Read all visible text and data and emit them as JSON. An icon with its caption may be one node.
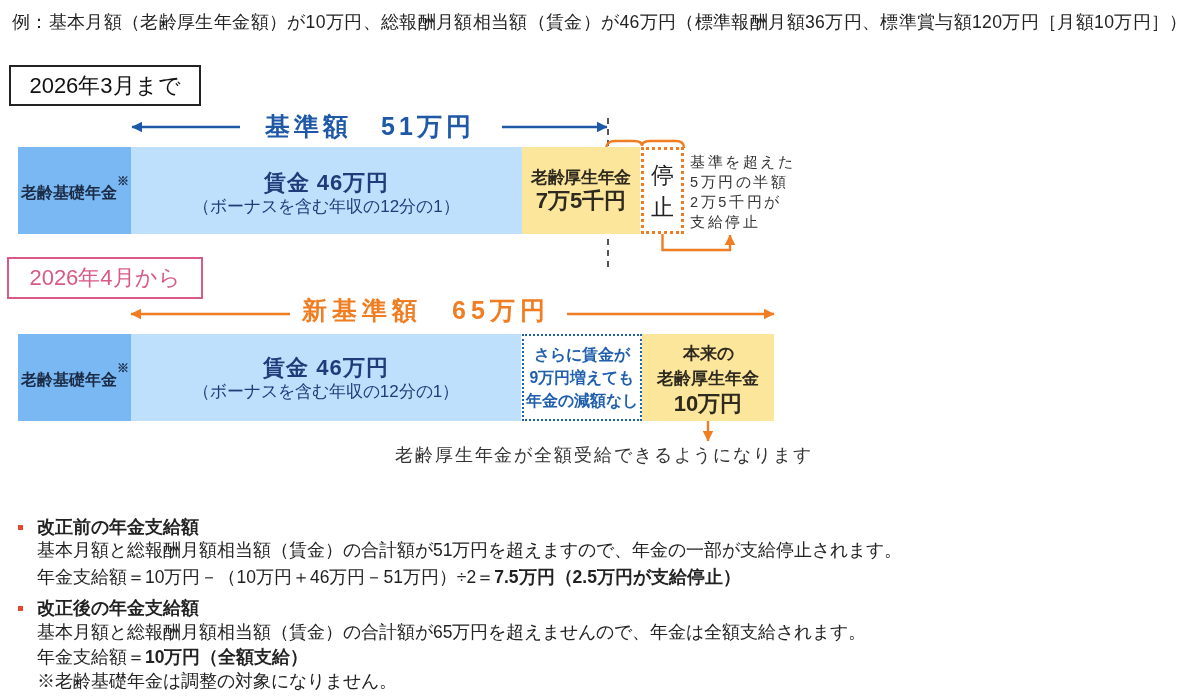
{
  "diagram": {
    "nodes": [
      {
        "text": [
          "2026年3月まで"
        ]
      },
      {
        "text": [
          "老齢基礎年金$^{※}$"
        ]
      },
      {
        "text": [
          "賃金 46万円",
          "（ボーナスを含む年収の12分の1）"
        ]
      },
      {
        "text": [
          "老齢厚生年金",
          "7万5千円"
        ]
      },
      {
        "text": [
          "停止"
        ]
      },
      {
        "text": [
          "基準を超えた5万円の半額2万5千円が支給停止"
        ]
      },
      {
        "text": [
          "2026年4月から"
        ]
      },
      {
        "text": [
          "老齢基礎年金$^{※}$"
        ]
      },
      {
        "text": [
          "賃金 46万円",
          "（ボーナスを含む年収の12分の1）"
        ]
      },
      {
        "text": [
          "さらに賃金が9万円増えても年金の減額なし"
        ]
      },
      {
        "text": [
          "本来の老齢厚生年金",
          "10万円"
        ]
      },
      {
        "text": [
          "老齢厚生年金が全額受給できるようになります"
        ]
      }
    ],
    "edges": [
      {
        "from": 4,
        "to": 5,
        "arrow": "to"
      },
      {
        "from": 10,
        "to": 11,
        "arrow": "to"
      }
    ],
    "labels": [
      "例：基本月額（老齢厚生年金額）が10万円、総報酬月額相当額（賃金）が46万円（標準報酬月額36万円、標準賞与額120万円［月額10万円］）",
      "基準額　51万円",
      "新基準額　65万円",
      "改正前の年金支給額",
      "基本月額と総報酬月額相当額（賃金）の合計額が51万円を超えますので、年金の一部が支給停止されます。",
      "年金支給額＝10万円－（10万円＋46万円－51万円）÷2＝**7.5万円（2.5万円が支給停止）**",
      "改正後の年金支給額",
      "基本月額と総報酬月額相当額（賃金）の合計額が65万円を超えませんので、年金は全額支給されます。",
      "年金支給額＝**10万円（全額支給）**",
      "※老齢基礎年金は調整の対象になりません。"
    ]
  }
}
